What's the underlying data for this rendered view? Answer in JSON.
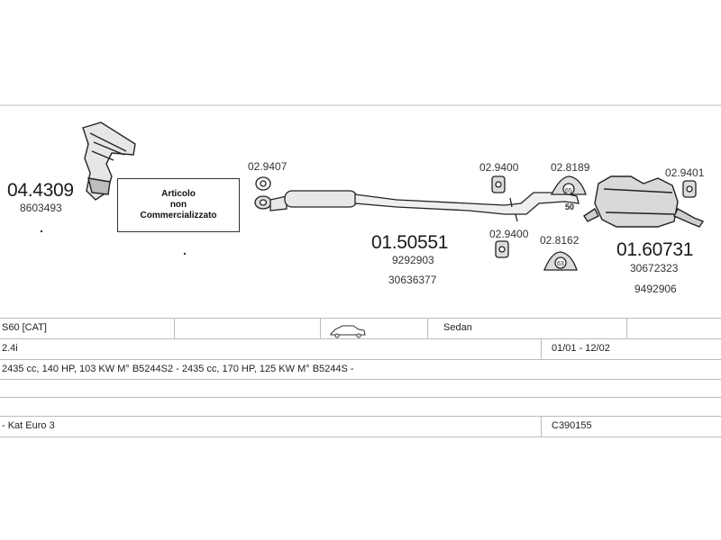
{
  "parts": {
    "manifold": {
      "code": "04.4309",
      "oe": "8603493"
    },
    "middle": {
      "code": "01.50551",
      "oe1": "9292903",
      "oe2": "30636377"
    },
    "rear": {
      "code": "01.60731",
      "oe1": "30672323",
      "oe2": "9492906"
    },
    "gasket_front": "02.9407",
    "clamp_upper": "02.9400",
    "clamp_lower": "02.9400",
    "hanger_upper": "02.8189",
    "hanger_lower": "02.8162",
    "rear_clamp": "02.9401",
    "marker_65": "65",
    "marker_50": "50",
    "marker_63": "63"
  },
  "notice": {
    "line1": "Articolo",
    "line2": "non",
    "line3": "Commercializzato"
  },
  "table": {
    "model": "S60  [CAT]",
    "body": "Sedan",
    "engine": "2.4i",
    "dates": "01/01 - 12/02",
    "specs": "2435 cc, 140 HP, 103 KW M° B5244S2 - 2435 cc, 170 HP, 125 KW M° B5244S -",
    "emission": "- Kat Euro 3",
    "catalog": "C390155"
  }
}
